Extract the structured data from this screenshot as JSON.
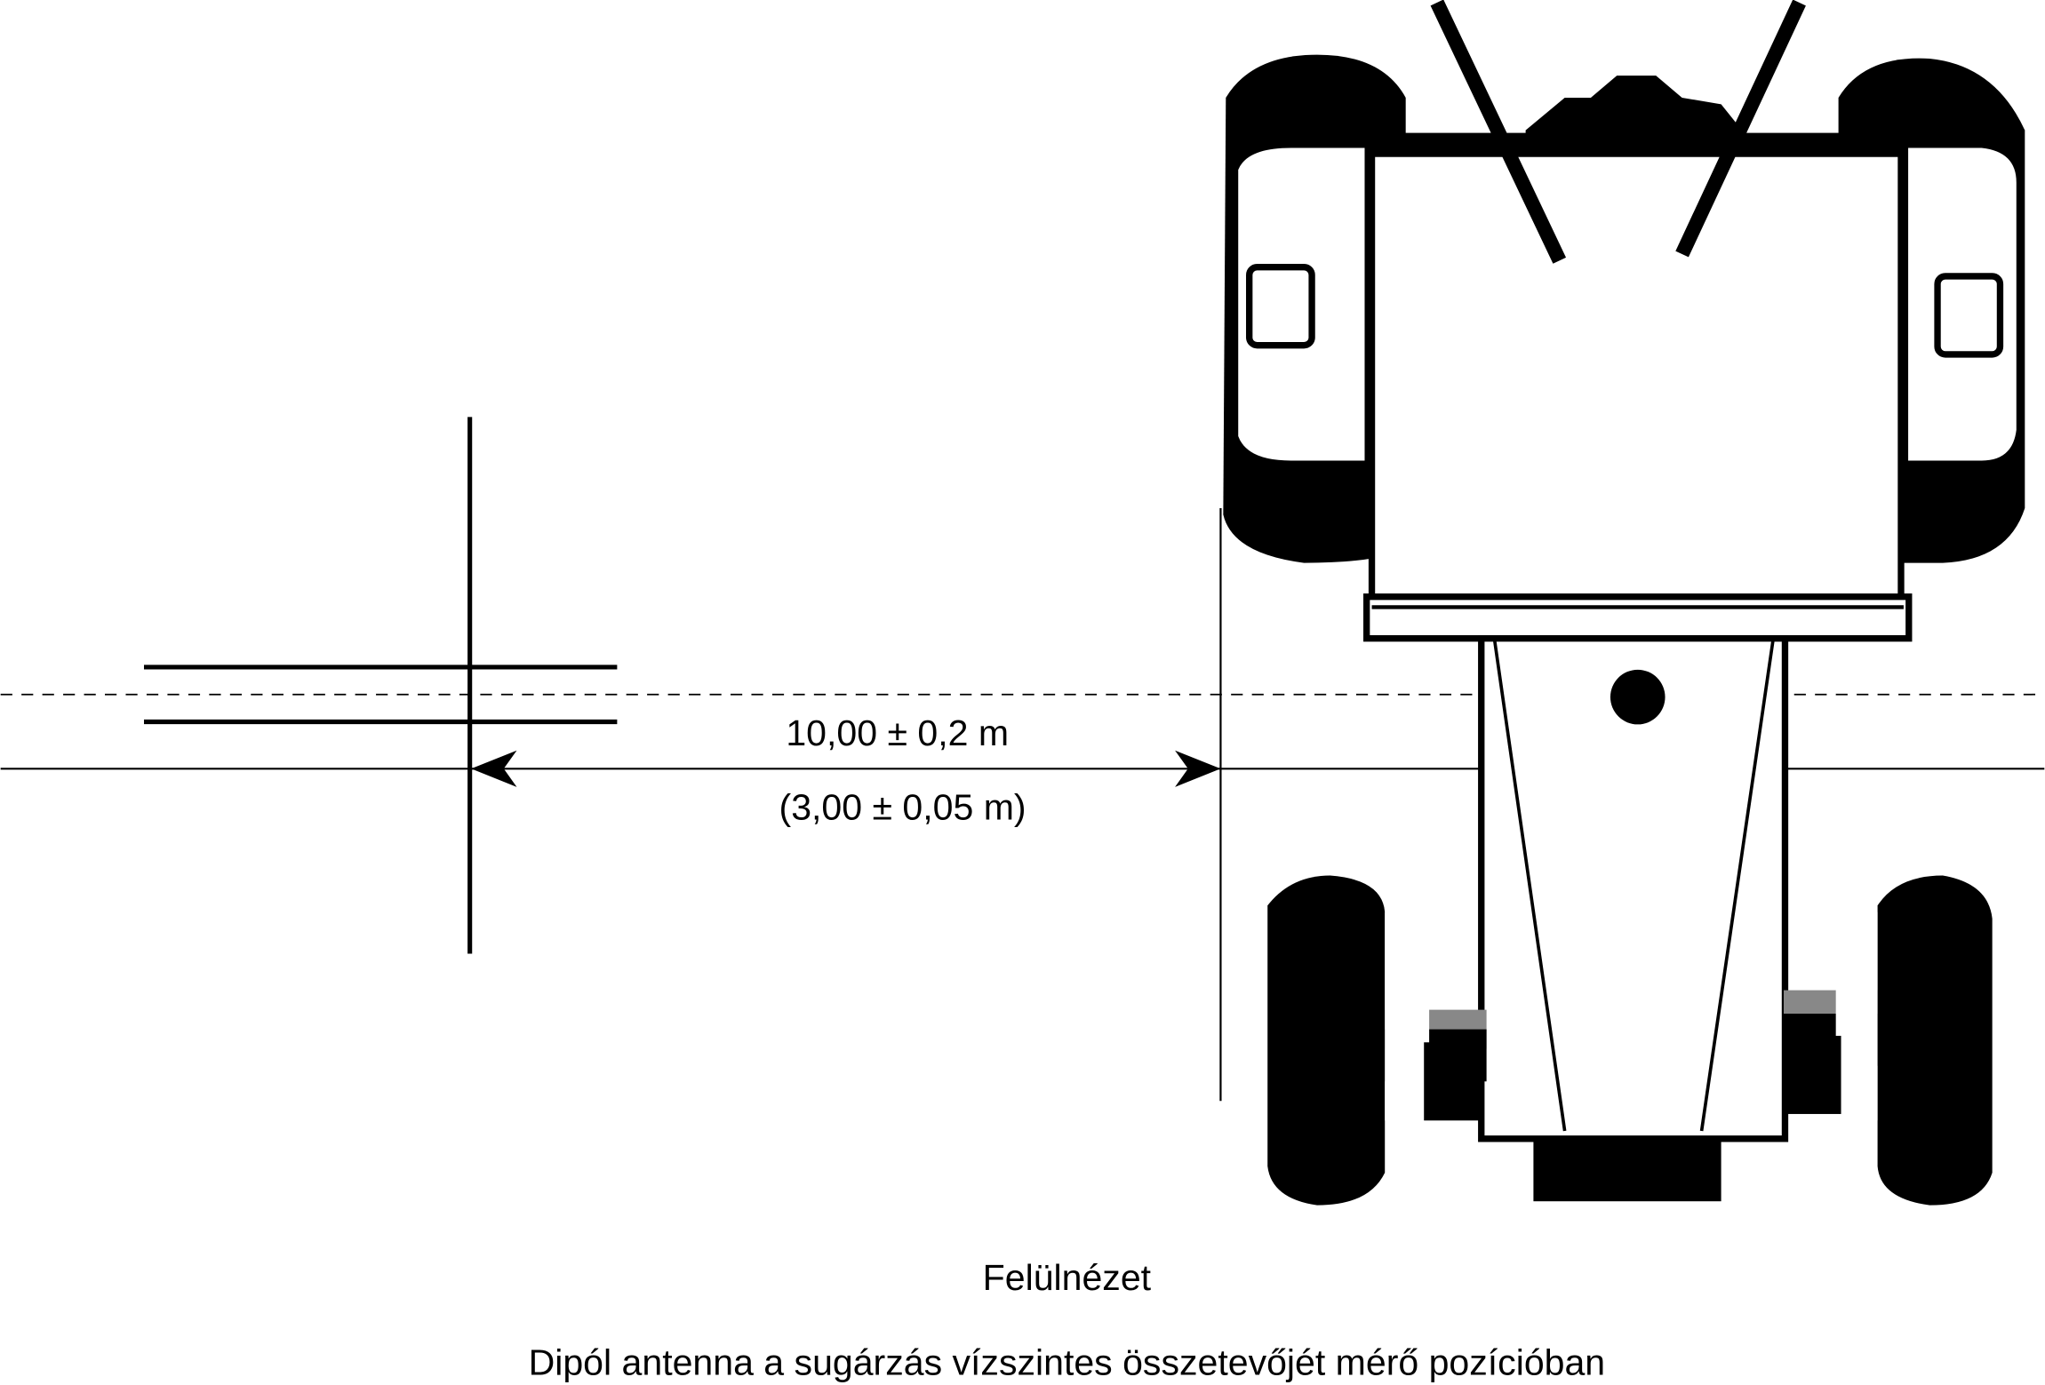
{
  "dimension": {
    "primary": "10,00 ± 0,2 m",
    "secondary": "(3,00 ± 0,05 m)"
  },
  "captions": {
    "view": "Felülnézet",
    "title": "Dipól antenna a sugárzás vízszintes összetevőjét mérő pozícióban"
  },
  "colors": {
    "ink": "#000000",
    "shade": "#888888"
  }
}
